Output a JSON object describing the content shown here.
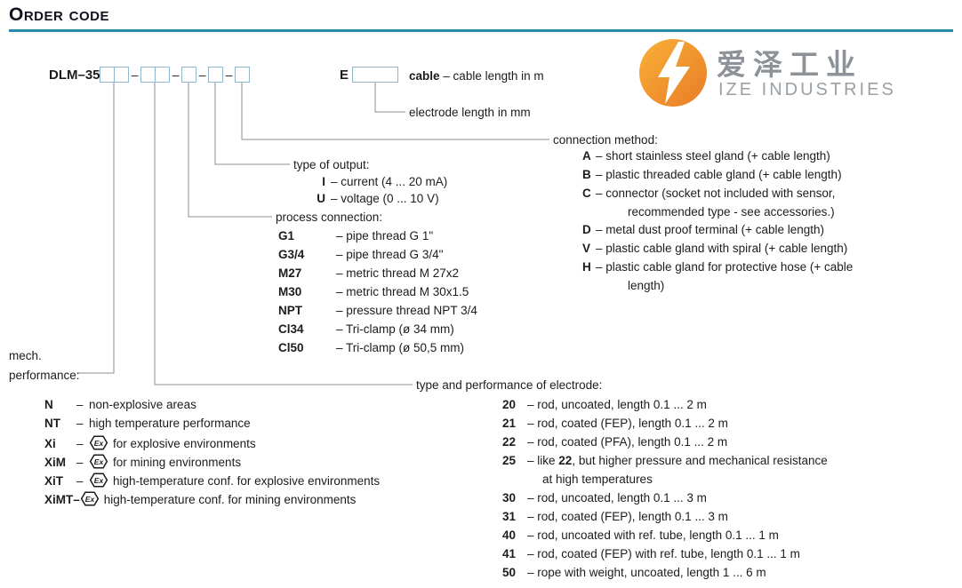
{
  "header": {
    "title": "Order code"
  },
  "logo": {
    "cjk": "爱泽工业",
    "latin": "IZE INDUSTRIES"
  },
  "code": {
    "prefix": "DLM–35",
    "dash": "–",
    "e_key": "E",
    "cable_key": "cable",
    "cable_desc": "– cable length in m",
    "electrode_length_note": "electrode length in mm"
  },
  "connection_method": {
    "title": "connection method:",
    "items": [
      {
        "key": "A",
        "desc": "– short stainless steel gland (+ cable length)"
      },
      {
        "key": "B",
        "desc": "– plastic threaded cable gland (+ cable length)"
      },
      {
        "key": "C",
        "desc": "– connector (socket not included with sensor,",
        "desc2": "recommended type - see accessories.)"
      },
      {
        "key": "D",
        "desc": "– metal dust proof terminal (+ cable length)"
      },
      {
        "key": "V",
        "desc": "– plastic cable gland with spiral (+ cable length)"
      },
      {
        "key": "H",
        "desc": "– plastic cable gland for protective hose (+ cable",
        "desc2": "length)"
      }
    ]
  },
  "output_type": {
    "title": "type of output:",
    "items": [
      {
        "key": "I",
        "desc": "– current (4 ... 20 mA)"
      },
      {
        "key": "U",
        "desc": "– voltage (0 ... 10 V)"
      }
    ]
  },
  "process_connection": {
    "title": "process connection:",
    "items": [
      {
        "key": "G1",
        "desc": "– pipe thread G 1\""
      },
      {
        "key": "G3/4",
        "desc": "– pipe thread G 3/4\""
      },
      {
        "key": "M27",
        "desc": "– metric thread M 27x2"
      },
      {
        "key": "M30",
        "desc": "– metric thread M 30x1.5"
      },
      {
        "key": "NPT",
        "desc": "– pressure thread NPT 3/4"
      },
      {
        "key": "Cl34",
        "desc": "– Tri-clamp (ø 34 mm)"
      },
      {
        "key": "Cl50",
        "desc": "– Tri-clamp (ø 50,5 mm)"
      }
    ]
  },
  "mech_performance": {
    "title_line1": "mech.",
    "title_line2": "performance:",
    "ex_symbol": "Ex",
    "items": [
      {
        "key": "N",
        "dash": "–",
        "desc": "non-explosive areas"
      },
      {
        "key": "NT",
        "dash": "–",
        "desc": "high temperature performance"
      },
      {
        "key": "Xi",
        "dash": "–",
        "desc": "for explosive environments"
      },
      {
        "key": "XiM",
        "dash": "–",
        "desc": "for mining environments"
      },
      {
        "key": "XiT",
        "dash": "–",
        "desc": "high-temperature conf. for explosive environments"
      },
      {
        "key": "XiMT–",
        "dash": "",
        "desc": "high-temperature conf. for mining environments"
      }
    ]
  },
  "electrode": {
    "title": "type and performance of electrode:",
    "items": [
      {
        "key": "20",
        "desc": "– rod, uncoated, length 0.1 ... 2 m"
      },
      {
        "key": "21",
        "desc": "– rod, coated (FEP), length 0.1 ... 2 m"
      },
      {
        "key": "22",
        "desc": "– rod, coated (PFA), length 0.1 ... 2 m"
      },
      {
        "key": "25",
        "desc_pre": "– like ",
        "desc_bold": "22",
        "desc_post": ", but higher pressure and mechanical resistance",
        "desc2": "at high temperatures"
      },
      {
        "key": "30",
        "desc": "– rod, uncoated, length 0.1 ... 3 m"
      },
      {
        "key": "31",
        "desc": "– rod, coated (FEP), length 0.1 ... 3 m"
      },
      {
        "key": "40",
        "desc": "– rod, uncoated with ref. tube, length 0.1 ... 1 m"
      },
      {
        "key": "41",
        "desc": "– rod, coated (FEP) with ref. tube, length 0.1 ... 1 m"
      },
      {
        "key": "50",
        "desc": "– rope with weight, uncoated, length 1 ... 6 m"
      }
    ]
  }
}
